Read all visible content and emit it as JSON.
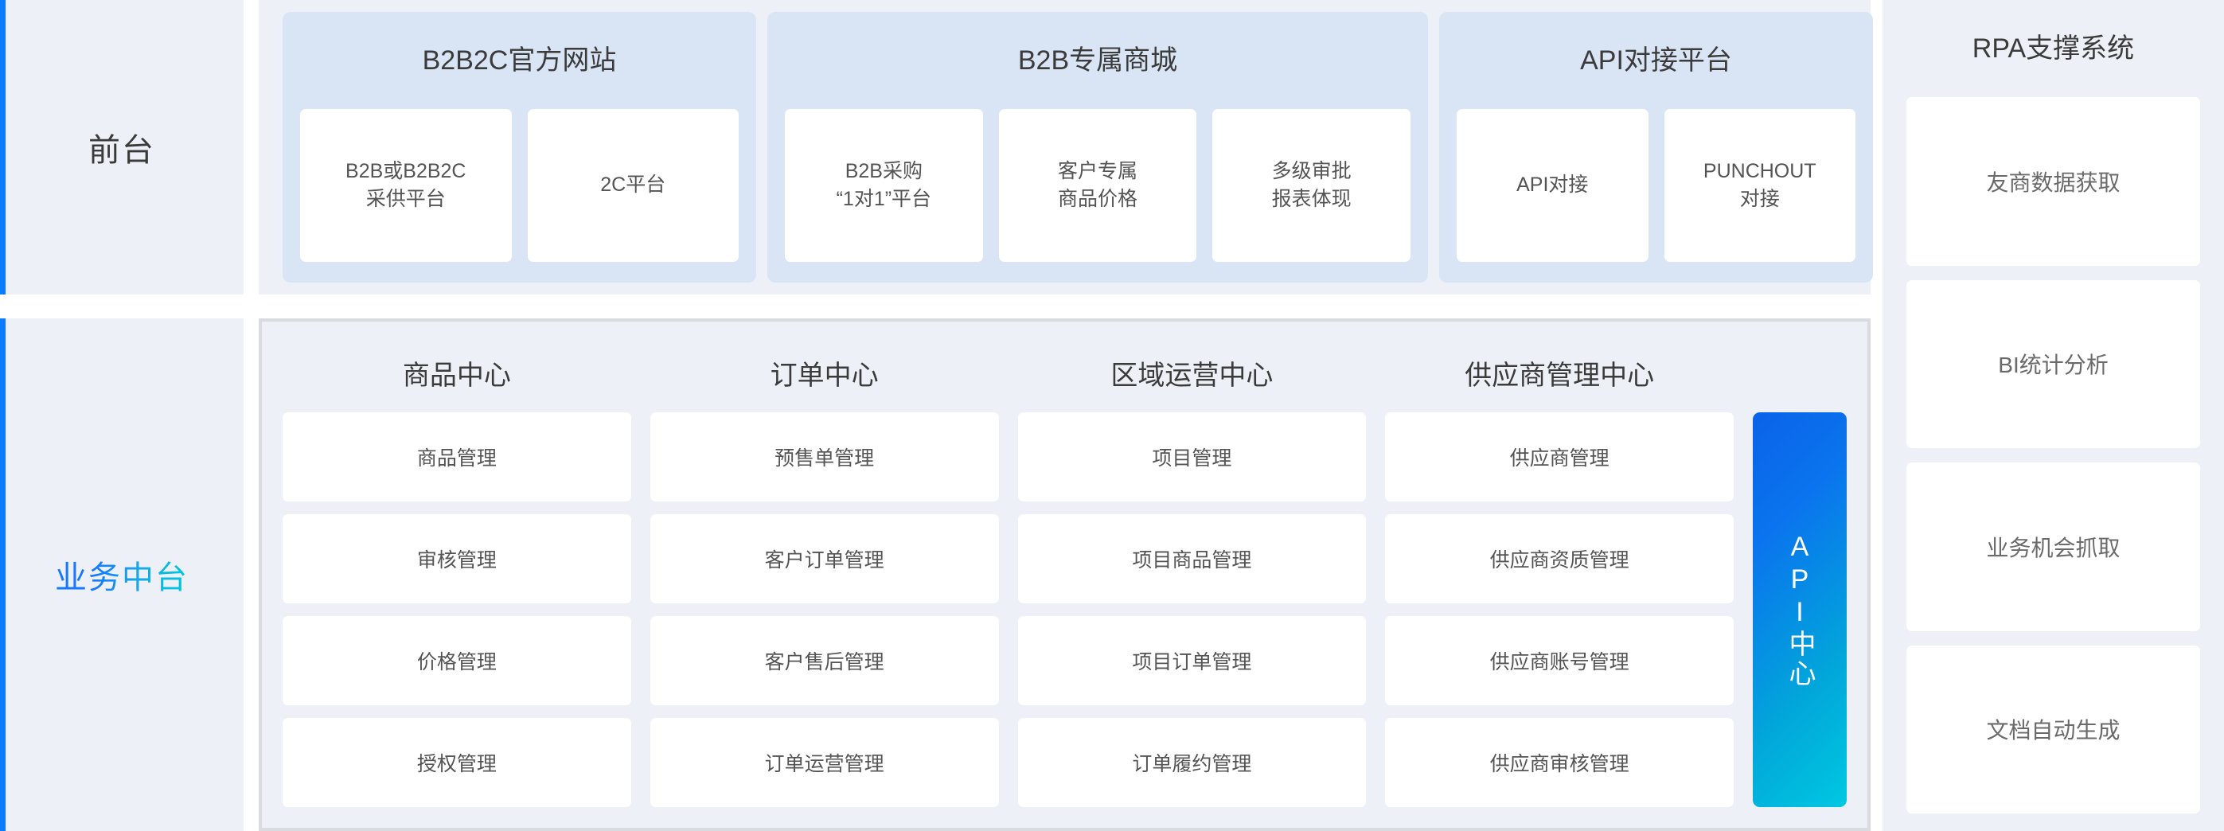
{
  "layers": {
    "front_office": {
      "label": "前台",
      "accent_color": "#0B7BFF"
    },
    "business_middle": {
      "label": "业务中台",
      "accent_color": "#0B7BFF",
      "gradient_from": "#1677FF",
      "gradient_to": "#00C8DC"
    }
  },
  "front_office_groups": [
    {
      "title": "B2B2C官方网站",
      "items": [
        "B2B或B2B2C\n采供平台",
        "2C平台"
      ]
    },
    {
      "title": "B2B专属商城",
      "items": [
        "B2B采购\n“1对1”平台",
        "客户专属\n商品价格",
        "多级审批\n报表体现"
      ]
    },
    {
      "title": "API对接平台",
      "items": [
        "API对接",
        "PUNCHOUT\n对接"
      ]
    }
  ],
  "business_centers": [
    {
      "title": "商品中心",
      "items": [
        "商品管理",
        "审核管理",
        "价格管理",
        "授权管理"
      ]
    },
    {
      "title": "订单中心",
      "items": [
        "预售单管理",
        "客户订单管理",
        "客户售后管理",
        "订单运营管理"
      ]
    },
    {
      "title": "区域运营中心",
      "items": [
        "项目管理",
        "项目商品管理",
        "项目订单管理",
        "订单履约管理"
      ]
    },
    {
      "title": "供应商管理中心",
      "items": [
        "供应商管理",
        "供应商资质管理",
        "供应商账号管理",
        "供应商审核管理"
      ]
    }
  ],
  "api_center": {
    "label": "API中心",
    "gradient_from": "#0A62E8",
    "gradient_to": "#00C8E2"
  },
  "rpa": {
    "title": "RPA支撑系统",
    "items": [
      "友商数据获取",
      "BI统计分析",
      "业务机会抓取",
      "文档自动生成"
    ]
  },
  "palette": {
    "panel_bg": "#EDF1F7",
    "group_bg": "#D9E4F5",
    "card_bg": "#FFFFFF",
    "border": "#D8DCE1",
    "title_text": "#3B3B3B",
    "card_text": "#545454"
  }
}
